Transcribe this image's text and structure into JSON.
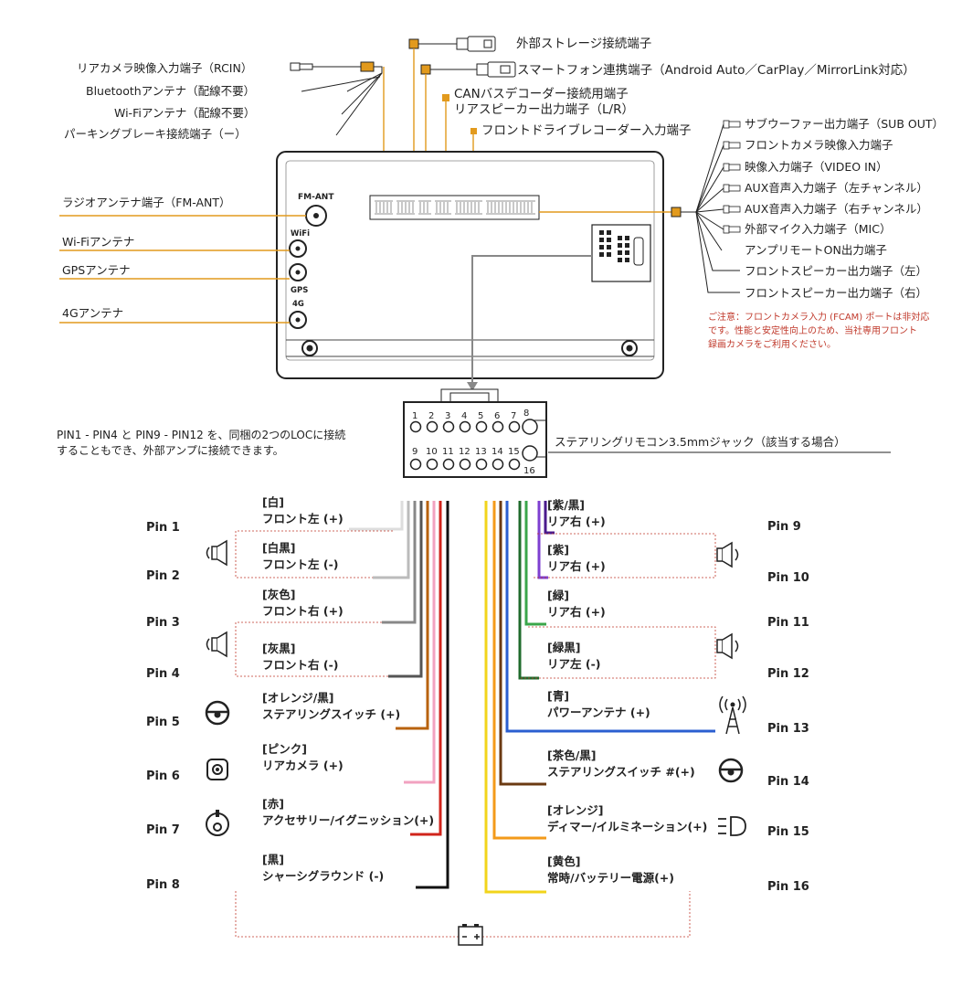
{
  "top_connectors": {
    "external_storage": "外部ストレージ接続端子",
    "smartphone": "スマートフォン連携端子（Android Auto／CarPlay／MirrorLink対応）",
    "canbus": "CANバスデコーダー接続用端子",
    "rear_speaker": "リアスピーカー出力端子（L/R）",
    "front_drive_recorder": "フロントドライブレコーダー入力端子"
  },
  "left_harness": [
    "リアカメラ映像入力端子（RCIN）",
    "Bluetoothアンテナ（配線不要）",
    "Wi-Fiアンテナ（配線不要）",
    "パーキングブレーキ接続端子（ー）"
  ],
  "right_harness": [
    "サブウーファー出力端子（SUB OUT）",
    "フロントカメラ映像入力端子",
    "映像入力端子（VIDEO IN）",
    "AUX音声入力端子（左チャンネル）",
    "AUX音声入力端子（右チャンネル）",
    "外部マイク入力端子（MIC）",
    "アンプリモートON出力端子",
    "フロントスピーカー出力端子（左）",
    "フロントスピーカー出力端子（右）"
  ],
  "antennas": {
    "radio": "ラジオアンテナ端子（FM-ANT）",
    "wifi": "Wi-Fiアンテナ",
    "gps": "GPSアンテナ",
    "lte": "4Gアンテナ"
  },
  "unit_labels": {
    "fm": "FM-ANT",
    "wifi": "WiFi",
    "gps": "GPS",
    "lte": "4G"
  },
  "caution": [
    "ご注意：フロントカメラ入力 (FCAM) ポートは非対応",
    "です。性能と安定性向上のため、当社専用フロント",
    "録画カメラをご利用ください。"
  ],
  "connector": {
    "top_row": [
      "1",
      "2",
      "3",
      "4",
      "5",
      "6",
      "7",
      "8"
    ],
    "bottom_row": [
      "9",
      "10",
      "11",
      "12",
      "13",
      "14",
      "15",
      "16"
    ]
  },
  "pin_note": [
    "PIN1 - PIN4 と PIN9 - PIN12 を、同梱の2つのLOCに接続",
    "することもでき、外部アンプに接続できます。"
  ],
  "steering_jack": "ステアリングリモコン3.5mmジャック（該当する場合）",
  "pins_left": [
    {
      "pin": "Pin 1",
      "color": "[白]",
      "label": "フロント左 (+)",
      "hex": "#dddddd"
    },
    {
      "pin": "Pin 2",
      "color": "[白黒]",
      "label": "フロント左 (-)",
      "hex": "#bbbbbb"
    },
    {
      "pin": "Pin 3",
      "color": "[灰色]",
      "label": "フロント右 (+)",
      "hex": "#888888"
    },
    {
      "pin": "Pin 4",
      "color": "[灰黒]",
      "label": "フロント右 (-)",
      "hex": "#555555"
    },
    {
      "pin": "Pin 5",
      "color": "[オレンジ/黒]",
      "label": "ステアリングスイッチ (+)",
      "hex": "#b8620d"
    },
    {
      "pin": "Pin 6",
      "color": "[ピンク]",
      "label": "リアカメラ (+)",
      "hex": "#f2a2c0"
    },
    {
      "pin": "Pin 7",
      "color": "[赤]",
      "label": "アクセサリー/イグニッション(+)",
      "hex": "#d0241b"
    },
    {
      "pin": "Pin 8",
      "color": "[黒]",
      "label": "シャーシグラウンド (-)",
      "hex": "#111111"
    }
  ],
  "pins_right": [
    {
      "pin": "Pin 9",
      "color": "[紫/黒]",
      "label": "リア右 (+)",
      "hex": "#4a1a8c"
    },
    {
      "pin": "Pin 10",
      "color": "[紫]",
      "label": "リア右 (+)",
      "hex": "#7e3fd1"
    },
    {
      "pin": "Pin 11",
      "color": "[緑]",
      "label": "リア右 (+)",
      "hex": "#3aa64a"
    },
    {
      "pin": "Pin 12",
      "color": "[緑黒]",
      "label": "リア左 (-)",
      "hex": "#1f6b2c"
    },
    {
      "pin": "Pin 13",
      "color": "[青]",
      "label": "パワーアンテナ (+)",
      "hex": "#2b5fd0"
    },
    {
      "pin": "Pin 14",
      "color": "[茶色/黒]",
      "label": "ステアリングスイッチ #(+)",
      "hex": "#6b3a12"
    },
    {
      "pin": "Pin 15",
      "color": "[オレンジ]",
      "label": "ディマー/イルミネーション(+)",
      "hex": "#f39a1a"
    },
    {
      "pin": "Pin 16",
      "color": "[黄色]",
      "label": "常時/バッテリー電源(+)",
      "hex": "#f2d41b"
    }
  ],
  "colors": {
    "accent_orange": "#e29a1d",
    "note_red": "#c0392b"
  },
  "icons": [
    "speaker-icon",
    "steering-wheel-icon",
    "camera-icon",
    "ignition-key-icon",
    "antenna-tower-icon",
    "dimmer-light-icon",
    "battery-icon"
  ]
}
